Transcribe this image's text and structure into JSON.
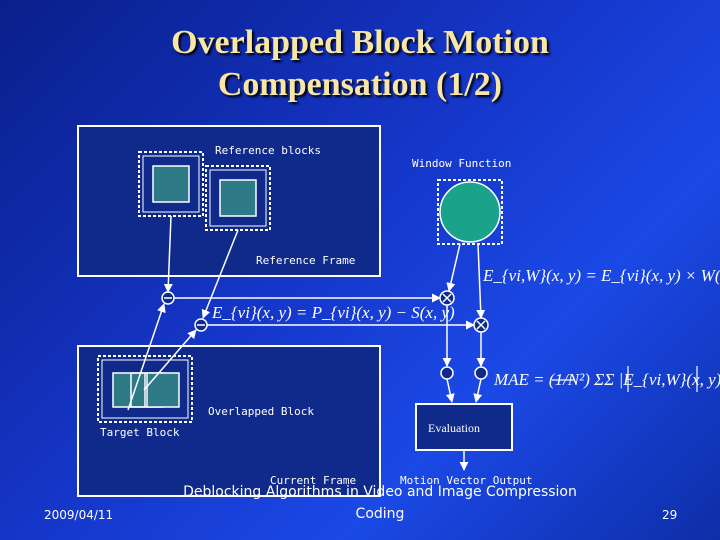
{
  "slide": {
    "title_line1": "Overlapped Block Motion",
    "title_line2": "Compensation (1/2)",
    "date": "2009/04/11",
    "page_number": "29",
    "footer_line1": "Deblocking Algorithms in Video and Image Compression",
    "footer_line2": "Coding"
  },
  "labels": {
    "reference_blocks": "Reference blocks",
    "window_function": "Window Function",
    "reference_frame": "Reference Frame",
    "overlapped_block": "Overlapped Block",
    "target_block": "Target Block",
    "evaluation": "Evaluation",
    "current_frame": "Current Frame",
    "motion_vector_output": "Motion Vector Output"
  },
  "equations": {
    "weighted_error": "E_{vi,W}(x, y) = E_{vi}(x, y) × W(x, y)",
    "error": "E_{vi}(x, y) = P_{vi}(x, y) − S(x, y)",
    "mae": "MAE = (1/N²) ΣΣ |E_{vi,W}(x, y)|"
  },
  "colors": {
    "background": "#1536c9",
    "title": "#f7e6a6",
    "frame_fill": "#0f2a8a",
    "block_fill": "#2e7a86",
    "window_fill": "#1aa38a"
  }
}
